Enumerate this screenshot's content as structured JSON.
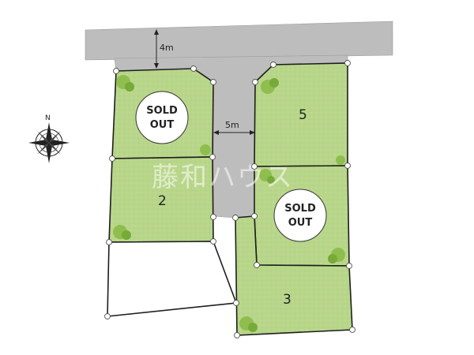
{
  "road_width_top": "4m",
  "road_width_access": "5m",
  "compass_letter": "N",
  "watermark": "藤和ハウス",
  "sold_badges": [
    {
      "line1": "SOLD",
      "line2": "OUT"
    },
    {
      "line1": "SOLD",
      "line2": "OUT"
    }
  ],
  "lots": [
    {
      "number": "2"
    },
    {
      "number": "3"
    },
    {
      "number": "5"
    }
  ],
  "colors": {
    "lot_fill": "#b8d68a",
    "road": "#bdbdbd",
    "outline": "#1e1e1e"
  }
}
